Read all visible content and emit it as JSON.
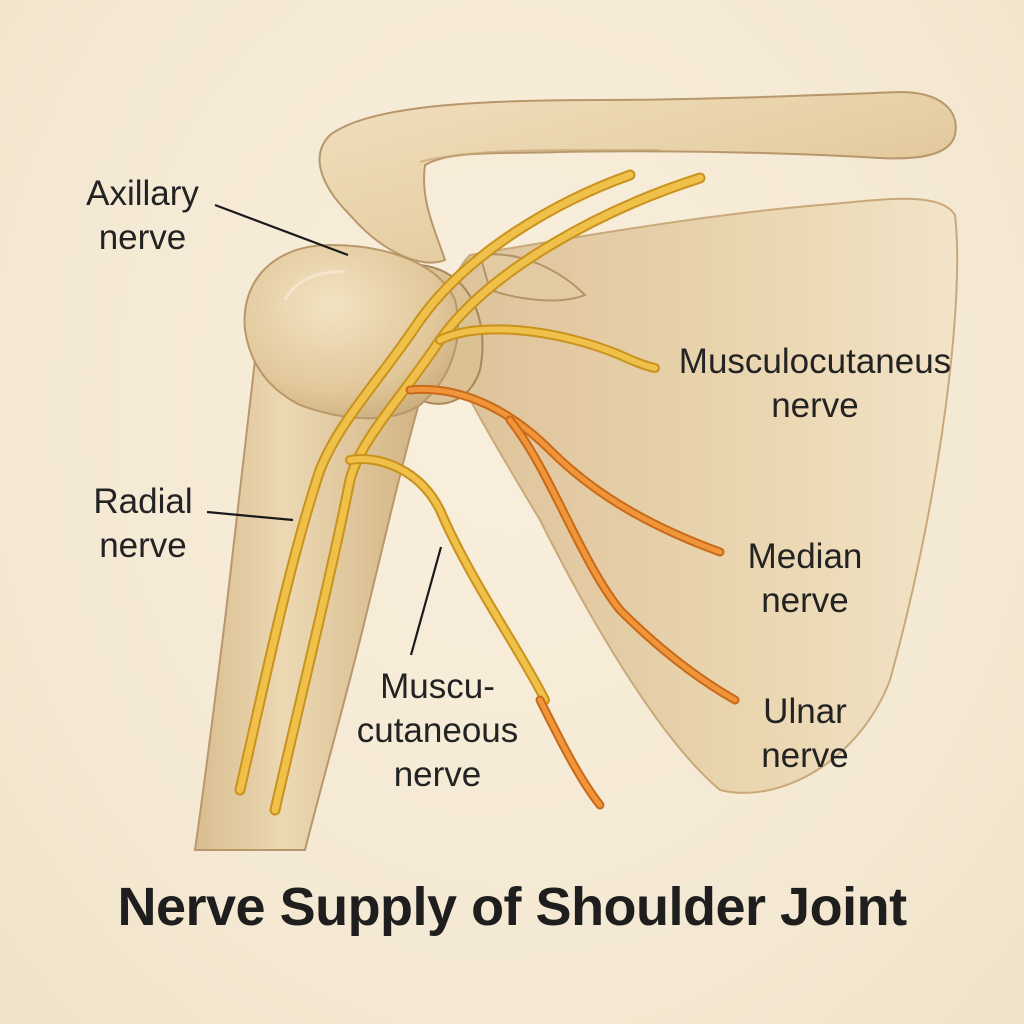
{
  "title": "Nerve Supply of Shoulder Joint",
  "labels": {
    "axillary": {
      "line1": "Axillary",
      "line2": "nerve"
    },
    "musculocutaneous_right": {
      "line1": "Musculocutaneus",
      "line2": "nerve"
    },
    "radial": {
      "line1": "Radial",
      "line2": "nerve"
    },
    "median": {
      "line1": "Median",
      "line2": "nerve"
    },
    "musculocutaneous_lower": {
      "line1": "Muscu-",
      "line2": "cutaneous",
      "line3": "nerve"
    },
    "ulnar": {
      "line1": "Ulnar",
      "line2": "nerve"
    }
  },
  "colors": {
    "background": "#f6ecd8",
    "bone": "#e9d3ab",
    "bone_shadow": "#c9a97a",
    "nerve_yellow": "#e8b32f",
    "nerve_orange": "#e8882c",
    "leader_line": "#1a1a1a",
    "text": "#232323"
  }
}
